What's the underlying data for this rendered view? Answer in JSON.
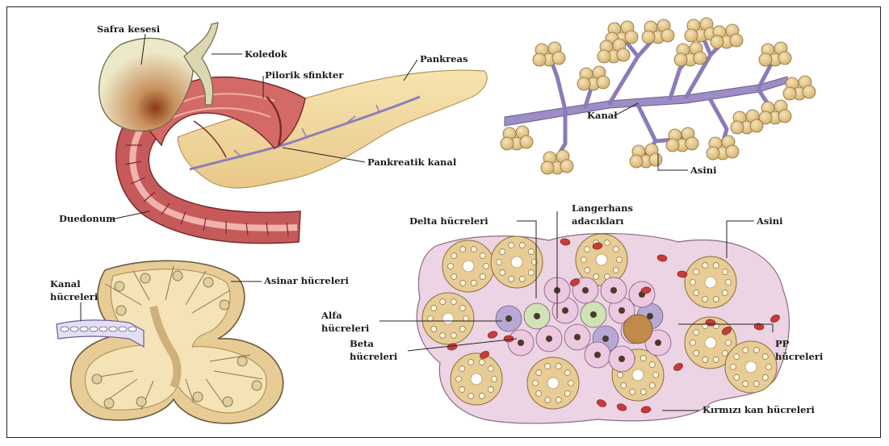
{
  "labels": {
    "safra_kesesi": "Safra kesesi",
    "koledok": "Koledok",
    "pilorik_sfinkter": "Pilorik sfinkter",
    "pankreas": "Pankreas",
    "pankreatik_kanal": "Pankreatik kanal",
    "duodenum": "Duedonum",
    "kanal_top": "Kanal",
    "asini_top": "Asini",
    "kanal_hucreleri_1": "Kanal",
    "kanal_hucreleri_2": "hücreleri",
    "asinar_hucreleri": "Asinar hücreleri",
    "delta_hucreleri": "Delta hücreleri",
    "langerhans_1": "Langerhans",
    "langerhans_2": "adacıkları",
    "asini_bottom": "Asini",
    "alfa_1": "Alfa",
    "alfa_2": "hücreleri",
    "beta_1": "Beta",
    "beta_2": "hücreleri",
    "pp_1": "PP",
    "pp_2": "hücreleri",
    "kirmizi_kan": "Kırmızı kan hücreleri"
  },
  "colors": {
    "gallbladder": "#e9e6c4",
    "bile_duct": "#ddd6b2",
    "duodenum_wall": "#c65a5a",
    "duodenum_inner": "#e79a95",
    "pancreas": "#f1d79c",
    "duct": "#9c8dc4",
    "acinus": "#e8cc95",
    "islet_pink": "#e6c2dc",
    "alpha": "#b7a9d6",
    "beta_green": "#cfe3b5",
    "rbc": "#c63b3b"
  }
}
